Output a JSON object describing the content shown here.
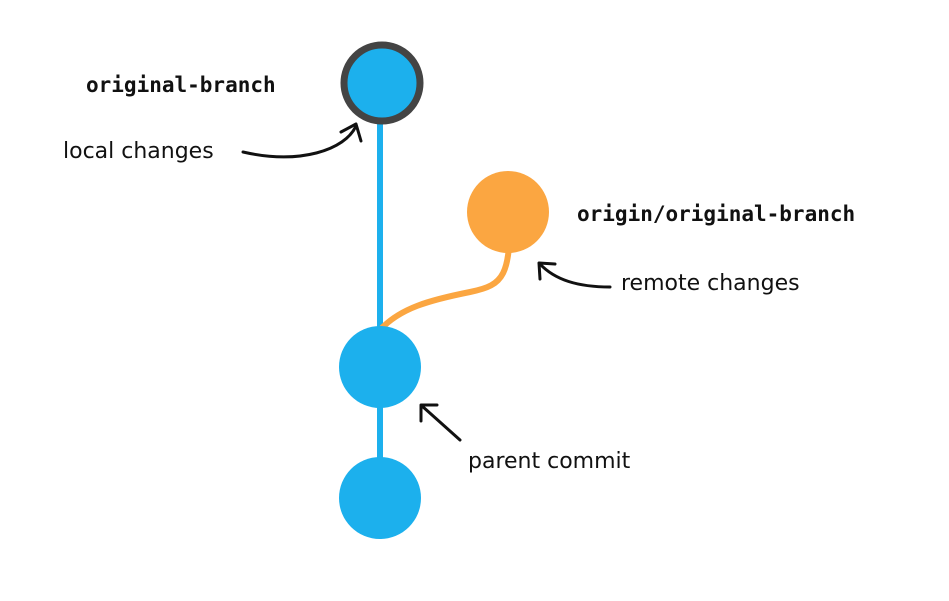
{
  "labels": {
    "local_branch": "original-branch",
    "remote_branch": "origin/original-branch",
    "local_changes": "local changes",
    "remote_changes": "remote changes",
    "parent_commit": "parent commit"
  },
  "colors": {
    "local": "#1cb0ed",
    "remote": "#fba641",
    "head_ring": "#444444",
    "text": "#111111"
  }
}
